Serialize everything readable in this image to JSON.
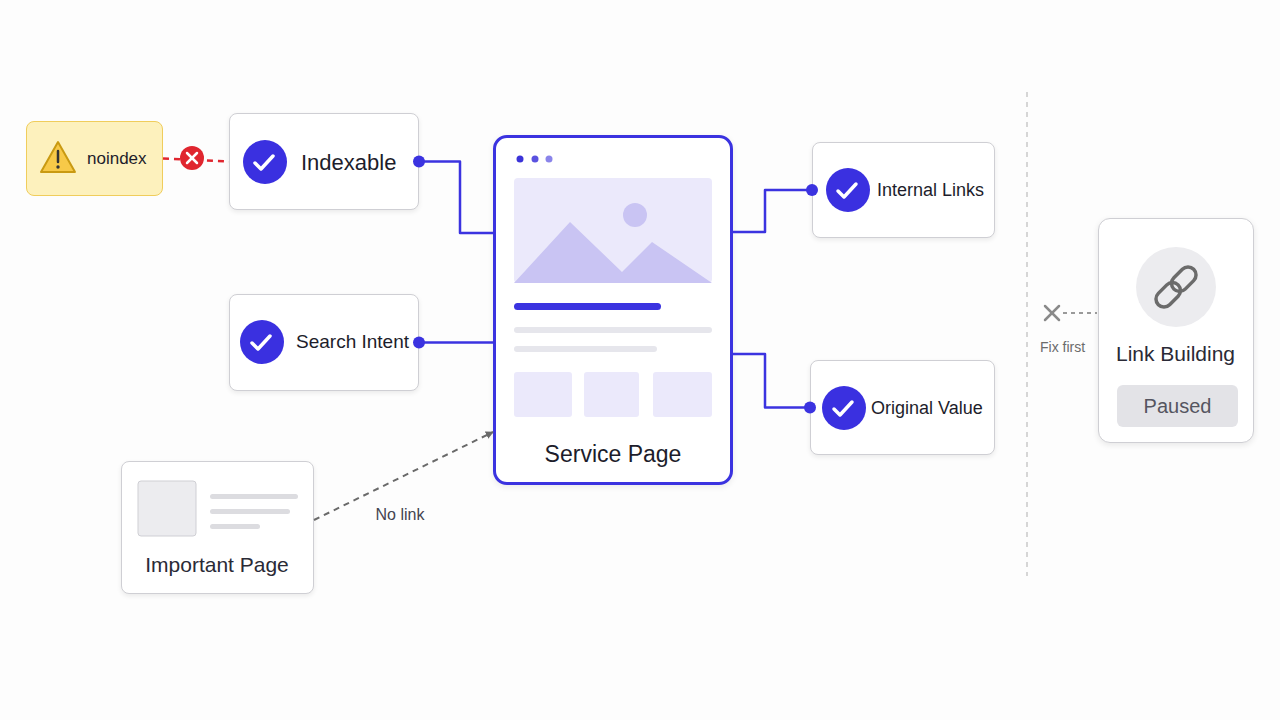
{
  "diagram": {
    "nodes": [
      {
        "text": [
          "noindex"
        ]
      },
      {
        "text": [
          "Indexable"
        ]
      },
      {
        "text": [
          "Service Page"
        ]
      },
      {
        "text": [
          "Internal Links"
        ]
      },
      {
        "text": [
          "Search Intent"
        ]
      },
      {
        "text": [
          "Original Value"
        ]
      },
      {
        "text": [
          "Important Page"
        ]
      },
      {
        "text": [
          "Link Building"
        ]
      },
      {
        "text": [
          "Paused"
        ],
        "in": 7
      }
    ],
    "edges": [
      {
        "from": 0,
        "to": 1,
        "arrow": "none"
      },
      {
        "from": 1,
        "to": 2,
        "arrow": "none"
      },
      {
        "from": 4,
        "to": 2,
        "arrow": "none"
      },
      {
        "from": 2,
        "to": 3,
        "arrow": "none"
      },
      {
        "from": 2,
        "to": 5,
        "arrow": "none"
      },
      {
        "from": 6,
        "to": 2,
        "label": "No link",
        "arrow": "to"
      }
    ],
    "labels": [
      "Fix first"
    ]
  }
}
